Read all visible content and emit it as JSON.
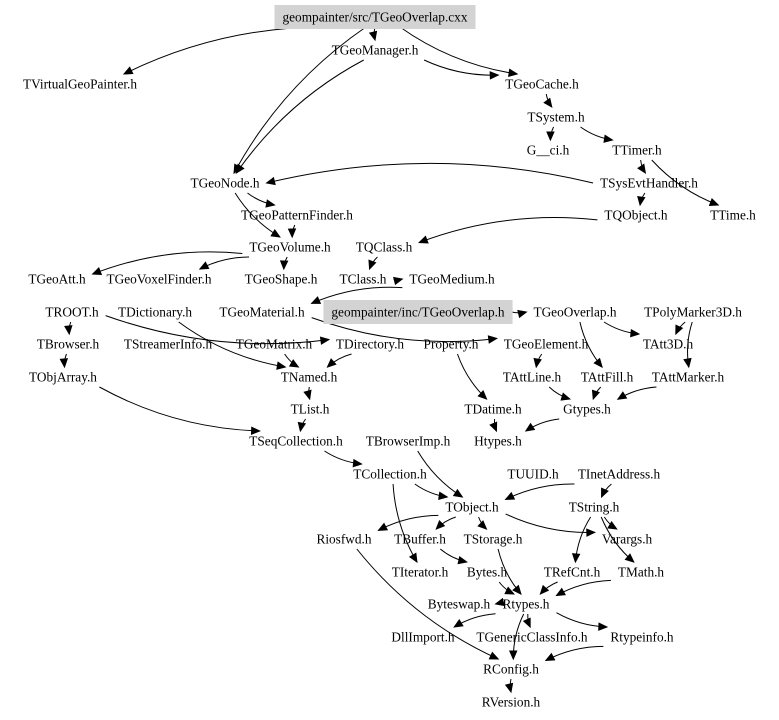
{
  "title": "Include dependency graph for geompainter/src/TGeoOverlap.cxx",
  "colors": {
    "highlight_fill": "#d3d3d3",
    "text": "#000000",
    "edge": "#000000",
    "background": "#ffffff"
  },
  "nodes": [
    {
      "id": "src",
      "label": "geompainter/src/TGeoOverlap.cxx",
      "highlight": true
    },
    {
      "id": "TGeoManager",
      "label": "TGeoManager.h"
    },
    {
      "id": "TVirtualGeoPainter",
      "label": "TVirtualGeoPainter.h"
    },
    {
      "id": "TGeoCache",
      "label": "TGeoCache.h"
    },
    {
      "id": "TSystem",
      "label": "TSystem.h"
    },
    {
      "id": "G__ci",
      "label": "G__ci.h"
    },
    {
      "id": "TTimer",
      "label": "TTimer.h"
    },
    {
      "id": "TGeoNode",
      "label": "TGeoNode.h"
    },
    {
      "id": "TSysEvtHandler",
      "label": "TSysEvtHandler.h"
    },
    {
      "id": "TGeoPatternFinder",
      "label": "TGeoPatternFinder.h"
    },
    {
      "id": "TQObject",
      "label": "TQObject.h"
    },
    {
      "id": "TTime",
      "label": "TTime.h"
    },
    {
      "id": "TGeoVolume",
      "label": "TGeoVolume.h"
    },
    {
      "id": "TQClass",
      "label": "TQClass.h"
    },
    {
      "id": "TGeoAtt",
      "label": "TGeoAtt.h"
    },
    {
      "id": "TGeoVoxelFinder",
      "label": "TGeoVoxelFinder.h"
    },
    {
      "id": "TGeoShape",
      "label": "TGeoShape.h"
    },
    {
      "id": "TClass",
      "label": "TClass.h"
    },
    {
      "id": "TGeoMedium",
      "label": "TGeoMedium.h"
    },
    {
      "id": "TROOT",
      "label": "TROOT.h"
    },
    {
      "id": "TDictionary",
      "label": "TDictionary.h"
    },
    {
      "id": "TGeoMaterial",
      "label": "TGeoMaterial.h"
    },
    {
      "id": "incOverlap",
      "label": "geompainter/inc/TGeoOverlap.h",
      "highlight": true
    },
    {
      "id": "TGeoOverlap",
      "label": "TGeoOverlap.h"
    },
    {
      "id": "TPolyMarker3D",
      "label": "TPolyMarker3D.h"
    },
    {
      "id": "TBrowser",
      "label": "TBrowser.h"
    },
    {
      "id": "TStreamerInfo",
      "label": "TStreamerInfo.h"
    },
    {
      "id": "TGeoMatrix",
      "label": "TGeoMatrix.h"
    },
    {
      "id": "TDirectory",
      "label": "TDirectory.h"
    },
    {
      "id": "Property",
      "label": "Property.h"
    },
    {
      "id": "TGeoElement",
      "label": "TGeoElement.h"
    },
    {
      "id": "TAtt3D",
      "label": "TAtt3D.h"
    },
    {
      "id": "TObjArray",
      "label": "TObjArray.h"
    },
    {
      "id": "TNamed",
      "label": "TNamed.h"
    },
    {
      "id": "TAttLine",
      "label": "TAttLine.h"
    },
    {
      "id": "TAttFill",
      "label": "TAttFill.h"
    },
    {
      "id": "TAttMarker",
      "label": "TAttMarker.h"
    },
    {
      "id": "TList",
      "label": "TList.h"
    },
    {
      "id": "TDatime",
      "label": "TDatime.h"
    },
    {
      "id": "Gtypes",
      "label": "Gtypes.h"
    },
    {
      "id": "TSeqCollection",
      "label": "TSeqCollection.h"
    },
    {
      "id": "TBrowserImp",
      "label": "TBrowserImp.h"
    },
    {
      "id": "Htypes",
      "label": "Htypes.h"
    },
    {
      "id": "TCollection",
      "label": "TCollection.h"
    },
    {
      "id": "TUUID",
      "label": "TUUID.h"
    },
    {
      "id": "TInetAddress",
      "label": "TInetAddress.h"
    },
    {
      "id": "TObject",
      "label": "TObject.h"
    },
    {
      "id": "TString",
      "label": "TString.h"
    },
    {
      "id": "Riosfwd",
      "label": "Riosfwd.h"
    },
    {
      "id": "TBuffer",
      "label": "TBuffer.h"
    },
    {
      "id": "TStorage",
      "label": "TStorage.h"
    },
    {
      "id": "Varargs",
      "label": "Varargs.h"
    },
    {
      "id": "TIterator",
      "label": "TIterator.h"
    },
    {
      "id": "Bytes",
      "label": "Bytes.h"
    },
    {
      "id": "TRefCnt",
      "label": "TRefCnt.h"
    },
    {
      "id": "TMath",
      "label": "TMath.h"
    },
    {
      "id": "Byteswap",
      "label": "Byteswap.h"
    },
    {
      "id": "Rtypes",
      "label": "Rtypes.h"
    },
    {
      "id": "DllImport",
      "label": "DllImport.h"
    },
    {
      "id": "TGenericClassInfo",
      "label": "TGenericClassInfo.h"
    },
    {
      "id": "Rtypeinfo",
      "label": "Rtypeinfo.h"
    },
    {
      "id": "RConfig",
      "label": "RConfig.h"
    },
    {
      "id": "RVersion",
      "label": "RVersion.h"
    }
  ],
  "edges": [
    [
      "src",
      "TGeoManager"
    ],
    [
      "src",
      "TVirtualGeoPainter"
    ],
    [
      "src",
      "TGeoNode"
    ],
    [
      "src",
      "TGeoCache"
    ],
    [
      "TGeoManager",
      "TGeoCache"
    ],
    [
      "TGeoManager",
      "TGeoNode"
    ],
    [
      "TGeoCache",
      "TSystem"
    ],
    [
      "TSystem",
      "G__ci"
    ],
    [
      "TSystem",
      "TTimer"
    ],
    [
      "TTimer",
      "TSysEvtHandler"
    ],
    [
      "TTimer",
      "TTime"
    ],
    [
      "TSysEvtHandler",
      "TQObject"
    ],
    [
      "TSysEvtHandler",
      "TGeoNode"
    ],
    [
      "TQObject",
      "TQClass"
    ],
    [
      "TGeoNode",
      "TGeoPatternFinder"
    ],
    [
      "TGeoNode",
      "TGeoVolume"
    ],
    [
      "TGeoPatternFinder",
      "TGeoVolume"
    ],
    [
      "TGeoVolume",
      "TGeoAtt"
    ],
    [
      "TGeoVolume",
      "TGeoVoxelFinder"
    ],
    [
      "TGeoVolume",
      "TGeoShape"
    ],
    [
      "TQClass",
      "TClass"
    ],
    [
      "TClass",
      "TGeoMedium"
    ],
    [
      "TGeoMedium",
      "TGeoMaterial"
    ],
    [
      "TGeoMaterial",
      "TGeoElement"
    ],
    [
      "incOverlap",
      "TGeoOverlap"
    ],
    [
      "TGeoOverlap",
      "TAtt3D"
    ],
    [
      "TGeoOverlap",
      "TAttFill"
    ],
    [
      "TPolyMarker3D",
      "TAtt3D"
    ],
    [
      "TPolyMarker3D",
      "TAttMarker"
    ],
    [
      "TROOT",
      "TDirectory"
    ],
    [
      "TROOT",
      "TBrowser"
    ],
    [
      "TDictionary",
      "TNamed"
    ],
    [
      "TGeoMatrix",
      "TNamed"
    ],
    [
      "TDirectory",
      "TNamed"
    ],
    [
      "TGeoElement",
      "TAttLine"
    ],
    [
      "TBrowser",
      "TObjArray"
    ],
    [
      "TNamed",
      "TList"
    ],
    [
      "TAttLine",
      "Gtypes"
    ],
    [
      "TAttFill",
      "Gtypes"
    ],
    [
      "TAttMarker",
      "Gtypes"
    ],
    [
      "Property",
      "TDatime"
    ],
    [
      "TDatime",
      "Htypes"
    ],
    [
      "Gtypes",
      "Htypes"
    ],
    [
      "TObjArray",
      "TSeqCollection"
    ],
    [
      "TList",
      "TSeqCollection"
    ],
    [
      "TSeqCollection",
      "TCollection"
    ],
    [
      "TCollection",
      "TObject"
    ],
    [
      "TCollection",
      "TIterator"
    ],
    [
      "TBrowserImp",
      "TObject"
    ],
    [
      "TObject",
      "TBuffer"
    ],
    [
      "TObject",
      "TStorage"
    ],
    [
      "TObject",
      "Varargs"
    ],
    [
      "TObject",
      "Riosfwd"
    ],
    [
      "TString",
      "TRefCnt"
    ],
    [
      "TString",
      "TMath"
    ],
    [
      "TString",
      "Varargs"
    ],
    [
      "TInetAddress",
      "TString"
    ],
    [
      "TInetAddress",
      "TObject"
    ],
    [
      "TBuffer",
      "Bytes"
    ],
    [
      "Bytes",
      "Rtypes"
    ],
    [
      "Byteswap",
      "Rtypes"
    ],
    [
      "TStorage",
      "Rtypes"
    ],
    [
      "TRefCnt",
      "Rtypes"
    ],
    [
      "TMath",
      "Rtypes"
    ],
    [
      "Rtypes",
      "DllImport"
    ],
    [
      "Rtypes",
      "TGenericClassInfo"
    ],
    [
      "Rtypes",
      "Rtypeinfo"
    ],
    [
      "Rtypes",
      "RConfig"
    ],
    [
      "Rtypeinfo",
      "RConfig"
    ],
    [
      "Riosfwd",
      "RConfig"
    ],
    [
      "RConfig",
      "RVersion"
    ]
  ]
}
